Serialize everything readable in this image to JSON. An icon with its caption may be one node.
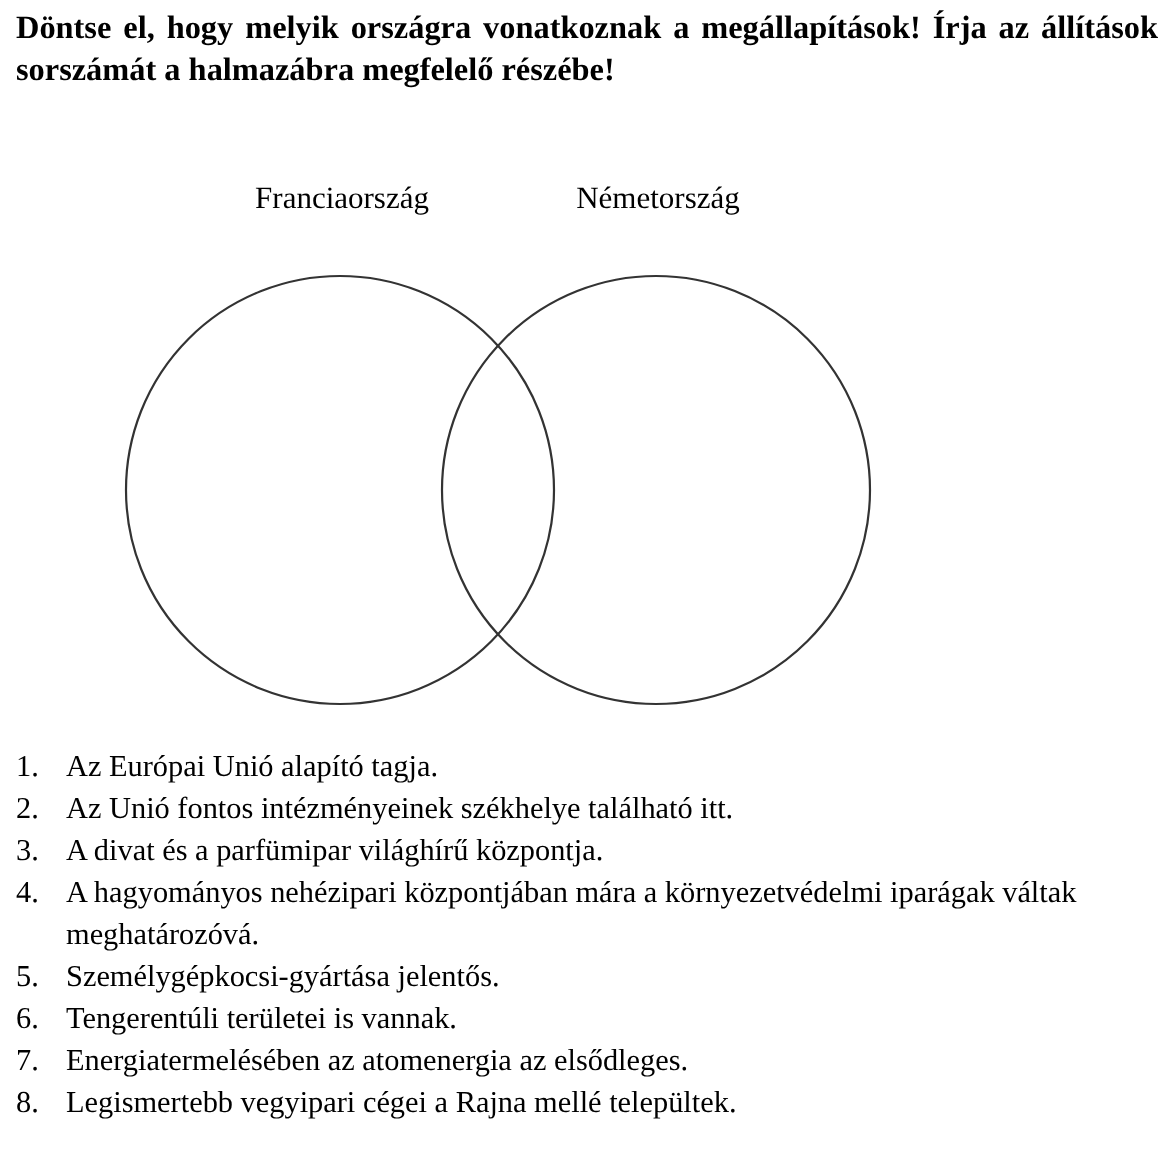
{
  "diagram": {
    "title": "Döntse el, hogy melyik országra vonatkoznak a megállapítások! Írja az állítások sorszámát a halmazábra megfelelő részébe!",
    "nodes": [
      {
        "text": [
          "Franciaország"
        ]
      },
      {
        "text": [
          "Németország"
        ]
      }
    ],
    "labels": [
      "1.",
      "Az Európai Unió alapító tagja.",
      "2.",
      "Az Unió fontos intézményeinek székhelye található itt.",
      "3.",
      "A divat és a parfümipar világhírű központja.",
      "4.",
      "A hagyományos nehézipari központjában mára a környezetvédelmi iparágak váltak meghatározóvá.",
      "5.",
      "Személygépkocsi-gyártása jelentős.",
      "6.",
      "Tengerentúli területei is vannak.",
      "7.",
      "Energiatermelésében az atomenergia az elsődleges.",
      "8.",
      "Legismertebb vegyipari cégei a Rajna mellé települtek."
    ]
  }
}
